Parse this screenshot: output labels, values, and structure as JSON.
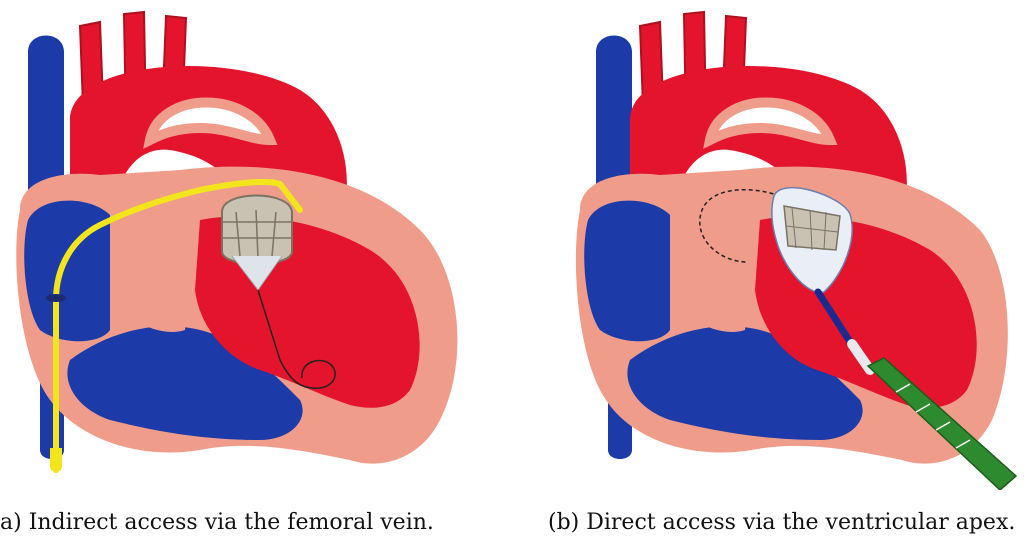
{
  "figure": {
    "panels": [
      {
        "id": "a",
        "caption": "a) Indirect access via the femoral vein."
      },
      {
        "id": "b",
        "caption": "(b) Direct access via the ventricular apex."
      }
    ]
  },
  "colors": {
    "myocardium": "#ef9d8a",
    "oxygenated_blood": "#e4142c",
    "deoxygenated_blood": "#1c3aa8",
    "catheter_yellow": "#f2e51c",
    "delivery_sheath_green": "#2e8a2e",
    "valve_stent": "#c9c2b2"
  }
}
